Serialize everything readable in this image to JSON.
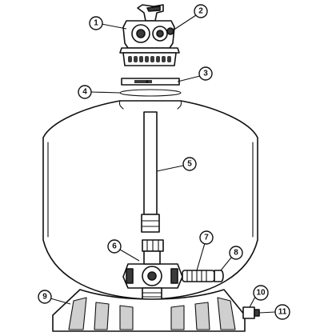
{
  "callouts": [
    {
      "id": "1",
      "label": "1"
    },
    {
      "id": "2",
      "label": "2"
    },
    {
      "id": "3",
      "label": "3"
    },
    {
      "id": "4",
      "label": "4"
    },
    {
      "id": "5",
      "label": "5"
    },
    {
      "id": "6",
      "label": "6"
    },
    {
      "id": "7",
      "label": "7"
    },
    {
      "id": "8",
      "label": "8"
    },
    {
      "id": "9",
      "label": "9"
    },
    {
      "id": "10",
      "label": "10"
    },
    {
      "id": "11",
      "label": "11"
    }
  ],
  "colors": {
    "line": "#111111",
    "background": "#ffffff",
    "shade": "#cfcfcf"
  }
}
